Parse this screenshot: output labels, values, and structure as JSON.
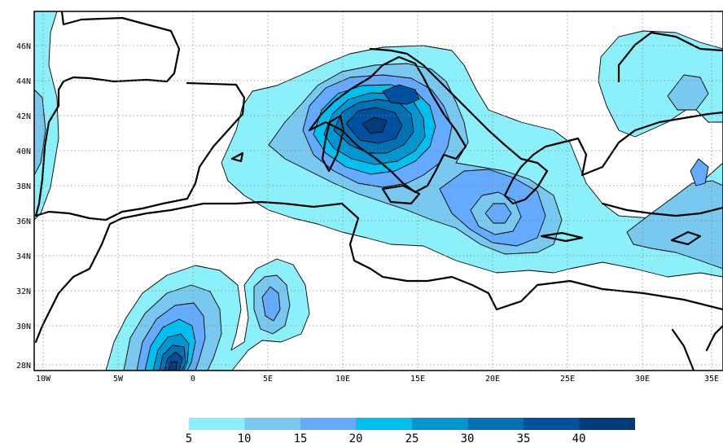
{
  "map": {
    "lat_ticks": [
      "46N",
      "44N",
      "42N",
      "40N",
      "38N",
      "36N",
      "34N",
      "32N",
      "30N",
      "28N"
    ],
    "lon_ticks": [
      "10W",
      "5W",
      "0",
      "5E",
      "10E",
      "15E",
      "20E",
      "25E",
      "30E",
      "35E"
    ],
    "extent": {
      "lon": [
        -10.5,
        35.5
      ],
      "lat": [
        27.8,
        47.2
      ]
    }
  },
  "colorbar": {
    "labels": [
      "5",
      "10",
      "15",
      "20",
      "25",
      "30",
      "35",
      "40"
    ],
    "colors": [
      "#8cf0fa",
      "#78c8f0",
      "#64aaff",
      "#00c0f0",
      "#0096d2",
      "#0072b4",
      "#0050a0",
      "#003c78"
    ]
  }
}
